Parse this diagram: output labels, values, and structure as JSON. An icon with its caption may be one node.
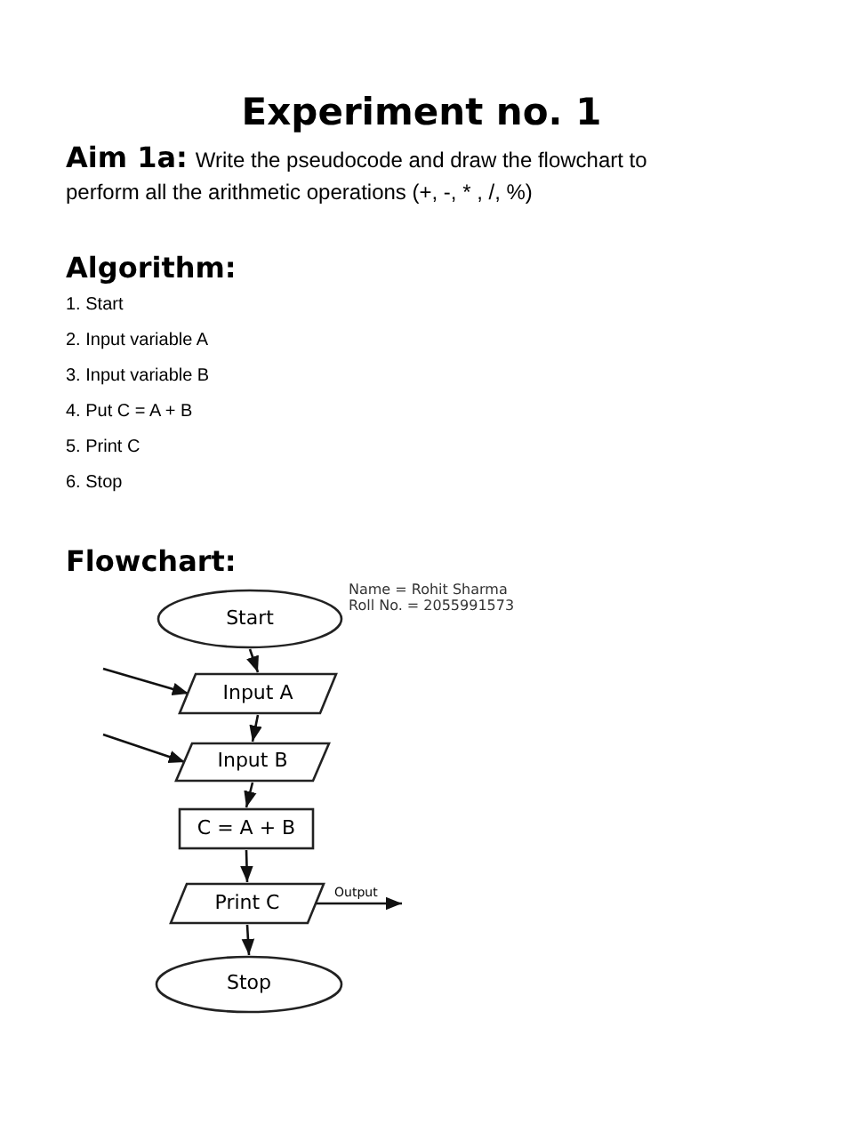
{
  "diagram": {
    "title": "Experiment no. 1",
    "nodes": [
      {
        "text": [
          "Start"
        ]
      },
      {
        "text": [
          "Input A"
        ]
      },
      {
        "text": [
          "Input B"
        ]
      },
      {
        "text": [
          "C = A + B"
        ]
      },
      {
        "text": [
          "Print C"
        ]
      },
      {
        "text": [
          "Stop"
        ]
      }
    ],
    "edges": [
      {
        "from": 0,
        "to": 1,
        "arrow": "to"
      },
      {
        "from": 1,
        "to": 2,
        "arrow": "to"
      },
      {
        "from": 2,
        "to": 3,
        "arrow": "to"
      },
      {
        "from": 3,
        "to": 4,
        "arrow": "to"
      },
      {
        "from": 4,
        "to": 5,
        "arrow": "to"
      },
      {
        "from": null,
        "to": 1,
        "arrow": "to"
      },
      {
        "from": null,
        "to": 2,
        "arrow": "to"
      },
      {
        "from": 4,
        "to": null,
        "arrow": "to",
        "label": "Output"
      }
    ],
    "labels": [
      "Aim 1a:",
      "Write the pseudocode and draw the flowchart to perform all the arithmetic operations (+, -, * , /, %)",
      "Algorithm:",
      "1. Start",
      "2. Input variable A",
      "3. Input variable B",
      "4. Put C = A + B",
      "5. Print C",
      "6. Stop",
      "Flowchart:",
      "Name = Rohit Sharma",
      "Roll No. = 2055991573"
    ]
  }
}
